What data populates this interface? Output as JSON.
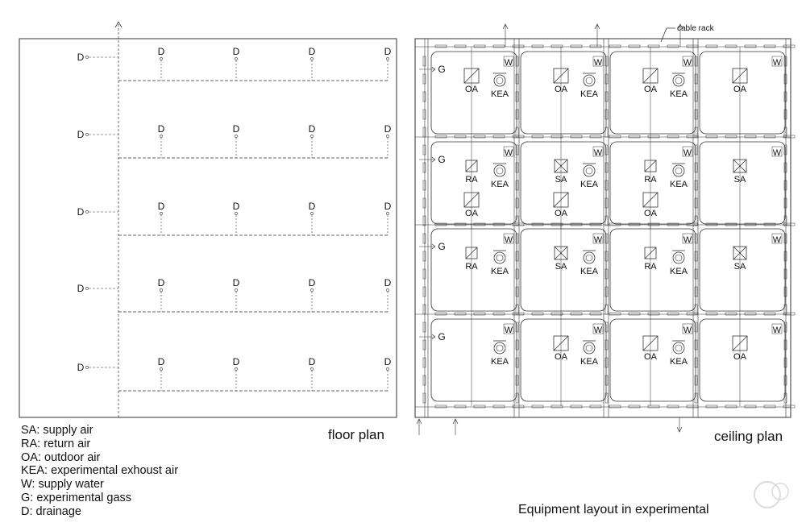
{
  "titles": {
    "floor_plan": "floor plan",
    "ceiling_plan": "ceiling plan",
    "caption": "Equipment layout in experimental",
    "cable_rack": "cable rack"
  },
  "legend": [
    "SA: supply air",
    "RA: return air",
    "OA: outdoor air",
    "KEA: experimental exhoust air",
    "W: supply water",
    "G: experimental gass",
    "D: drainage"
  ],
  "symbols": {
    "drain": "D",
    "gas": "G",
    "water": "W",
    "supply": "SA",
    "return": "RA",
    "outdoor": "OA",
    "exhaust": "KEA"
  },
  "floor_plan": {
    "rows": 5,
    "drains_per_row": 4
  },
  "ceiling_plan": {
    "rows": [
      [
        "OA,KEA",
        "OA,KEA",
        "OA,KEA",
        "OA"
      ],
      [
        "RA,KEA,OA",
        "SA,KEA,OA",
        "RA,KEA,OA",
        "SA"
      ],
      [
        "KEA,RA",
        "KEA,SA",
        "KEA,RA",
        "SA"
      ],
      [
        "KEA",
        "OA,KEA",
        "OA,KEA",
        "OA"
      ]
    ],
    "gas_rows": [
      0,
      1,
      2,
      3
    ]
  },
  "colors": {
    "line": "#333333",
    "background": "#ffffff"
  }
}
